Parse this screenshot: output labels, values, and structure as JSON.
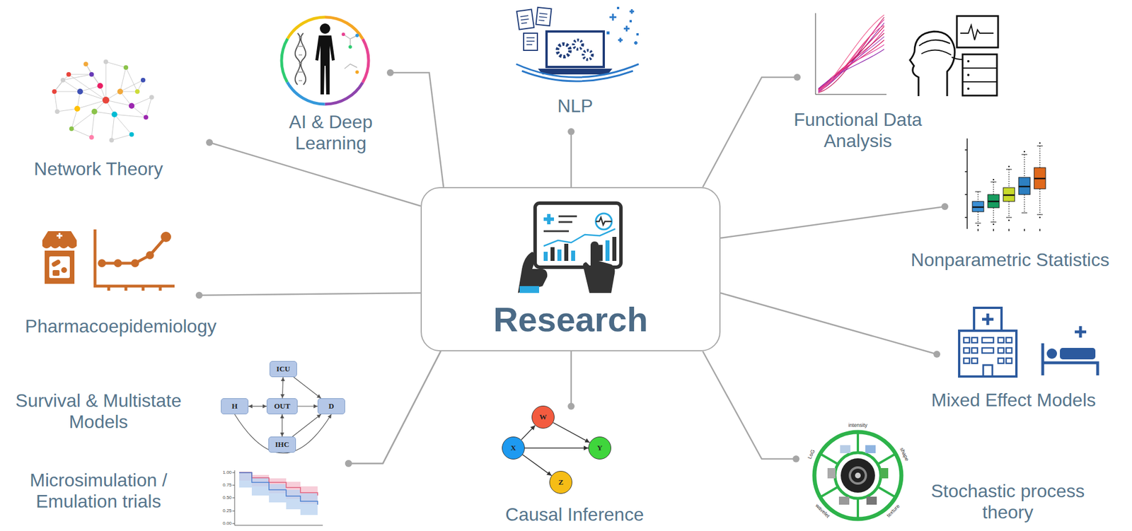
{
  "diagram": {
    "nodes": [
      {
        "text": [
          "Research"
        ]
      },
      {
        "text": [
          "NLP"
        ]
      },
      {
        "text": [
          "AI & Deep Learning"
        ]
      },
      {
        "text": [
          "Network Theory"
        ]
      },
      {
        "text": [
          "Functional Data Analysis"
        ]
      },
      {
        "text": [
          "Nonparametric Statistics"
        ]
      },
      {
        "text": [
          "Pharmacoepidemiology"
        ]
      },
      {
        "text": [
          "Mixed Effect Models"
        ]
      },
      {
        "text": [
          "Survival & Multistate Models"
        ]
      },
      {
        "text": [
          "Microsimulation / Emulation trials"
        ]
      },
      {
        "text": [
          "Causal Inference"
        ]
      },
      {
        "text": [
          "Stochastic process theory"
        ]
      },
      {
        "text": [
          "ICU"
        ]
      },
      {
        "text": [
          "H"
        ]
      },
      {
        "text": [
          "OUT"
        ]
      },
      {
        "text": [
          "D"
        ]
      },
      {
        "text": [
          "IHC"
        ]
      },
      {
        "text": [
          "W"
        ]
      },
      {
        "text": [
          "X"
        ]
      },
      {
        "text": [
          "Y"
        ]
      },
      {
        "text": [
          "Z"
        ]
      }
    ],
    "edges": [
      {
        "from": 0,
        "to": 1,
        "arrow": "none"
      },
      {
        "from": 0,
        "to": 2,
        "arrow": "none"
      },
      {
        "from": 0,
        "to": 3,
        "arrow": "none"
      },
      {
        "from": 0,
        "to": 4,
        "arrow": "none"
      },
      {
        "from": 0,
        "to": 5,
        "arrow": "none"
      },
      {
        "from": 0,
        "to": 6,
        "arrow": "none"
      },
      {
        "from": 0,
        "to": 7,
        "arrow": "none"
      },
      {
        "from": 0,
        "to": 8,
        "arrow": "none"
      },
      {
        "from": 0,
        "to": 9,
        "arrow": "none"
      },
      {
        "from": 0,
        "to": 10,
        "arrow": "none"
      },
      {
        "from": 0,
        "to": 11,
        "arrow": "none"
      },
      {
        "from": 12,
        "to": 14,
        "arrow": "both"
      },
      {
        "from": 12,
        "to": 15,
        "arrow": "to"
      },
      {
        "from": 13,
        "to": 14,
        "arrow": "both"
      },
      {
        "from": 14,
        "to": 15,
        "arrow": "to"
      },
      {
        "from": 16,
        "to": 14,
        "arrow": "both"
      },
      {
        "from": 16,
        "to": 15,
        "arrow": "to"
      },
      {
        "from": 13,
        "to": 15,
        "arrow": "to"
      },
      {
        "from": 18,
        "to": 17,
        "arrow": "to"
      },
      {
        "from": 17,
        "to": 19,
        "arrow": "to"
      },
      {
        "from": 18,
        "to": 19,
        "arrow": "to"
      },
      {
        "from": 18,
        "to": 20,
        "arrow": "to"
      }
    ],
    "labels": [
      "intensity",
      "shape",
      "texture",
      "wavelet",
      "LoG",
      "1.00",
      "0.75",
      "0.50",
      "0.25",
      "0.00"
    ]
  }
}
